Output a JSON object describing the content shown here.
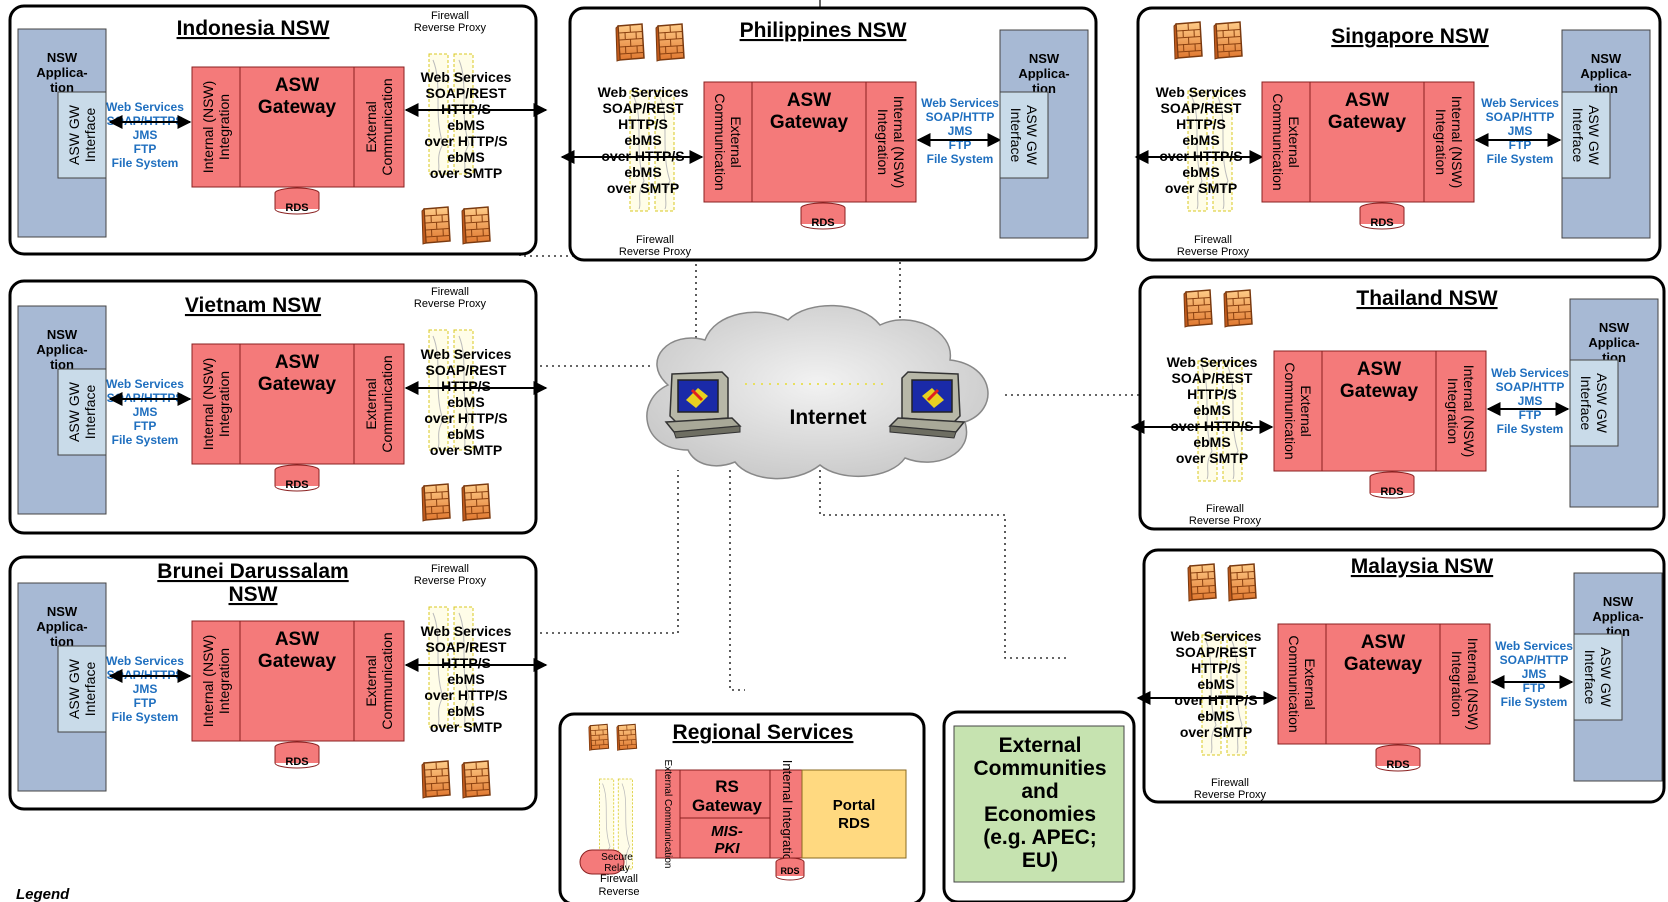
{
  "common": {
    "nsw_app_1": "NSW",
    "nsw_app_2": "Applica-",
    "nsw_app_3": "tion",
    "asw_gw_1": "ASW GW",
    "asw_gw_2": "Interface",
    "int_line1": "Internal (NSW)",
    "int_line2": "Integration",
    "ext_line1": "External",
    "ext_line2": "Communication",
    "gw_line1": "ASW",
    "gw_line2": "Gateway",
    "rds": "RDS",
    "fw_line1": "Firewall",
    "fw_line2": "Reverse Proxy",
    "proto_internal": [
      "Web Services",
      "SOAP/HTTPS",
      "JMS",
      "FTP",
      "File System"
    ],
    "proto_internal_alt": [
      "Web Services",
      "SOAP/HTTP",
      "JMS",
      "FTP",
      "File System"
    ],
    "proto_external": [
      "Web Services",
      "SOAP/REST",
      "HTTP/S",
      "ebMS",
      "over HTTP/S",
      "ebMS",
      "over SMTP"
    ]
  },
  "panels": {
    "indonesia": "Indonesia NSW",
    "philippines": "Philippines NSW",
    "singapore": "Singapore NSW",
    "vietnam": "Vietnam NSW",
    "thailand": "Thailand NSW",
    "brunei_1": "Brunei Darussalam",
    "brunei_2": "NSW",
    "malaysia": "Malaysia NSW"
  },
  "internet": {
    "label": "Internet"
  },
  "regional": {
    "title": "Regional Services",
    "rs_1": "RS",
    "rs_2": "Gateway",
    "mis_1": "MIS-",
    "mis_2": "PKI",
    "ext": "External Communication",
    "int": "Internal Integration",
    "portal_1": "Portal",
    "portal_2": "RDS",
    "secure_1": "Secure",
    "secure_2": "Relay",
    "fw_1": "Firewall",
    "fw_2": "Reverse",
    "rds_v": "RDS"
  },
  "external": {
    "lines": [
      "External",
      "Communities",
      "and",
      "Economies",
      "(e.g. APEC;",
      "EU)"
    ]
  },
  "legend": {
    "label": "Legend"
  },
  "colors": {
    "gateway": "#f47a7a",
    "nsw_application": "#a7b9d4",
    "interface": "#c9dbe9",
    "portal": "#ffd980",
    "external_box": "#c6e3b0",
    "protocol_text": "#1f6fbf"
  }
}
